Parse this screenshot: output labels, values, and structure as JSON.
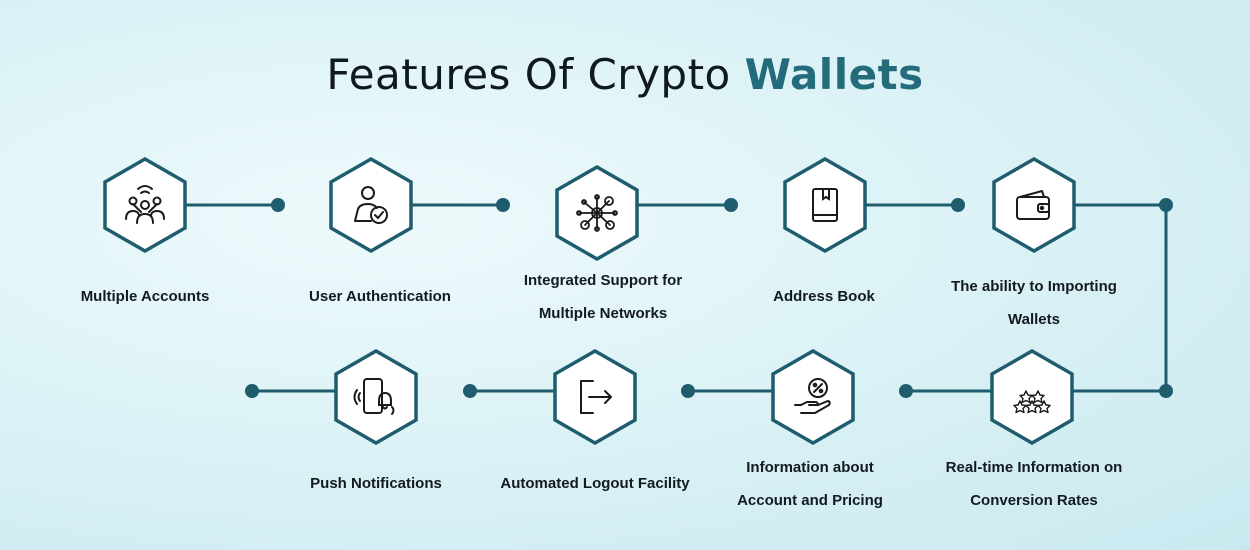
{
  "title": {
    "main": "Features Of Crypto",
    "accent": "Wallets"
  },
  "colors": {
    "hex_stroke": "#1f5d6e",
    "accent": "#246b7c",
    "line": "#1f5d6e"
  },
  "top_row": [
    {
      "label": "Multiple Accounts",
      "icon": "multiple-accounts-icon"
    },
    {
      "label": "User Authentication",
      "icon": "user-authentication-icon"
    },
    {
      "label": "Integrated Support for Multiple Networks",
      "icon": "network-icon"
    },
    {
      "label": "Address Book",
      "icon": "address-book-icon"
    },
    {
      "label": "The ability to Importing Wallets",
      "icon": "wallet-icon"
    }
  ],
  "bottom_row": [
    {
      "label": "Push Notifications",
      "icon": "push-notification-icon"
    },
    {
      "label": "Automated Logout Facility",
      "icon": "logout-icon"
    },
    {
      "label": "Information about Account and Pricing",
      "icon": "pricing-icon"
    },
    {
      "label": "Real-time Information on Conversion Rates",
      "icon": "stars-icon"
    }
  ]
}
